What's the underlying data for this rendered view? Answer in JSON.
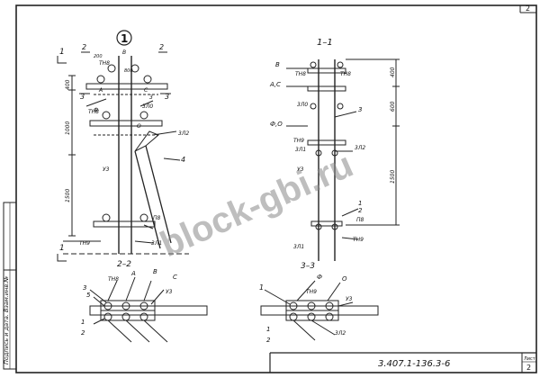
{
  "sheet": {
    "corner_number": "2",
    "side_strip_label": "Подпись и дата. Взам.инв.№",
    "code": "3.407.1-136.3-6",
    "sheet_label": "Лист",
    "sheet_number": "2"
  },
  "watermark": "block-gbi.ru",
  "view_main": {
    "circle_label": "1",
    "section_marks": [
      "1",
      "1",
      "2",
      "2",
      "3",
      "3"
    ],
    "callouts": [
      "ТН8",
      "ТН8",
      "ТН9",
      "3",
      "3Л0",
      "3Л2",
      "4",
      "У3",
      "П8",
      "3Л1"
    ],
    "labels_small": [
      "200",
      "800"
    ],
    "dims_vertical": [
      "400",
      "1000",
      "1500"
    ],
    "level_markers": [
      "В",
      "А",
      "С",
      "Ф",
      "О"
    ]
  },
  "view_section_1": {
    "title": "1–1",
    "level_markers": [
      "В",
      "А,С",
      "Ф,О"
    ],
    "callouts": [
      "ТН8",
      "ТН8",
      "3Л0",
      "3",
      "ТН9",
      "3Л1",
      "3Л2",
      "У3",
      "1",
      "2",
      "П8",
      "ТН9",
      "3Л1"
    ],
    "dims_vertical": [
      "400",
      "600",
      "1500"
    ]
  },
  "view_section_2": {
    "title": "2–2",
    "callouts": [
      "3",
      "5",
      "ТН8",
      "А",
      "В",
      "С",
      "У3",
      "1",
      "2"
    ]
  },
  "view_section_3": {
    "title": "3–3",
    "callouts": [
      "1",
      "Ф",
      "О",
      "ТН9",
      "У3",
      "3Л2",
      "1",
      "2"
    ]
  }
}
